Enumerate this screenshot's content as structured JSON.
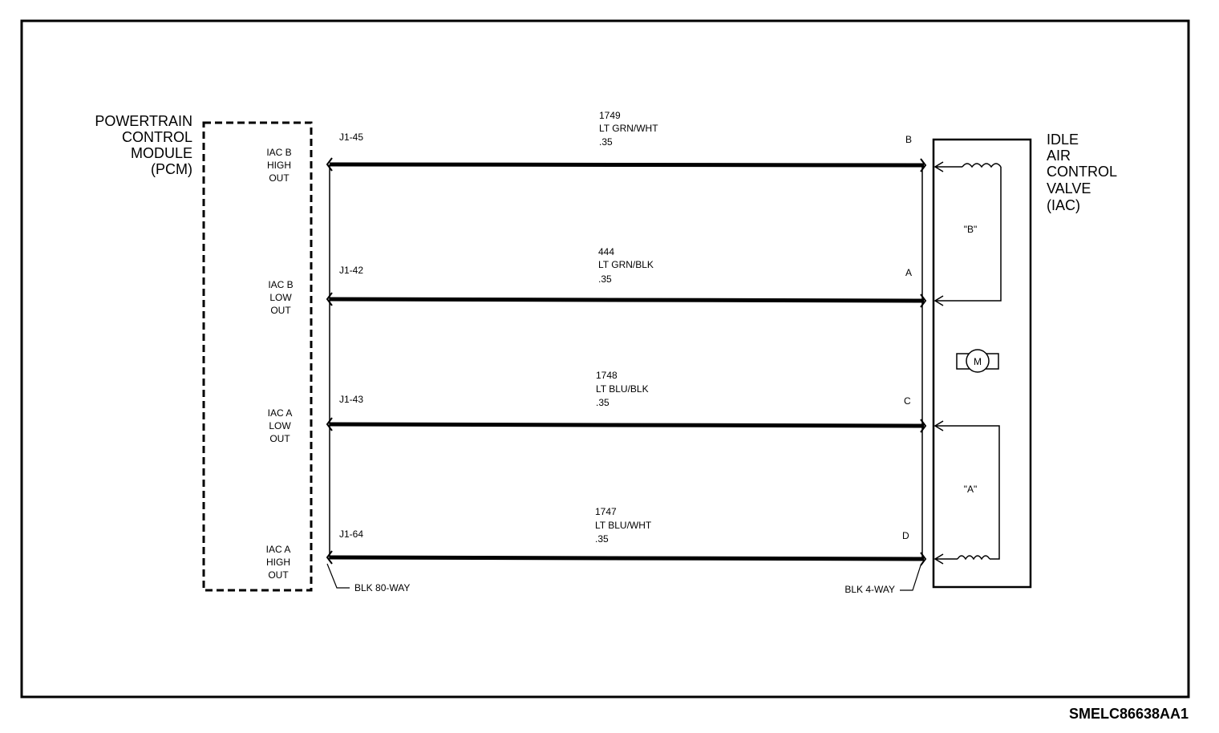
{
  "diagram_code": "SMELC86638AA1",
  "pcm": {
    "title_lines": [
      "POWERTRAIN",
      "CONTROL",
      "MODULE",
      "(PCM)"
    ],
    "pins": [
      {
        "lines": [
          "IAC B",
          "HIGH",
          "OUT"
        ]
      },
      {
        "lines": [
          "IAC B",
          "LOW",
          "OUT"
        ]
      },
      {
        "lines": [
          "IAC A",
          "LOW",
          "OUT"
        ]
      },
      {
        "lines": [
          "IAC A",
          "HIGH",
          "OUT"
        ]
      }
    ]
  },
  "iac": {
    "title_lines": [
      "IDLE",
      "AIR",
      "CONTROL",
      "VALVE",
      "(IAC)"
    ],
    "coil_b_label": "\"B\"",
    "coil_a_label": "\"A\"",
    "motor_label": "M"
  },
  "wires": [
    {
      "pcm_terminal": "J1-45",
      "circuit": "1749",
      "color": "LT GRN/WHT",
      "gauge": ".35",
      "iac_terminal": "B"
    },
    {
      "pcm_terminal": "J1-42",
      "circuit": "444",
      "color": "LT GRN/BLK",
      "gauge": ".35",
      "iac_terminal": "A"
    },
    {
      "pcm_terminal": "J1-43",
      "circuit": "1748",
      "color": "LT BLU/BLK",
      "gauge": ".35",
      "iac_terminal": "C"
    },
    {
      "pcm_terminal": "J1-64",
      "circuit": "1747",
      "color": "LT BLU/WHT",
      "gauge": ".35",
      "iac_terminal": "D"
    }
  ],
  "connectors": {
    "pcm_connector": "BLK 80-WAY",
    "iac_connector": "BLK 4-WAY"
  }
}
